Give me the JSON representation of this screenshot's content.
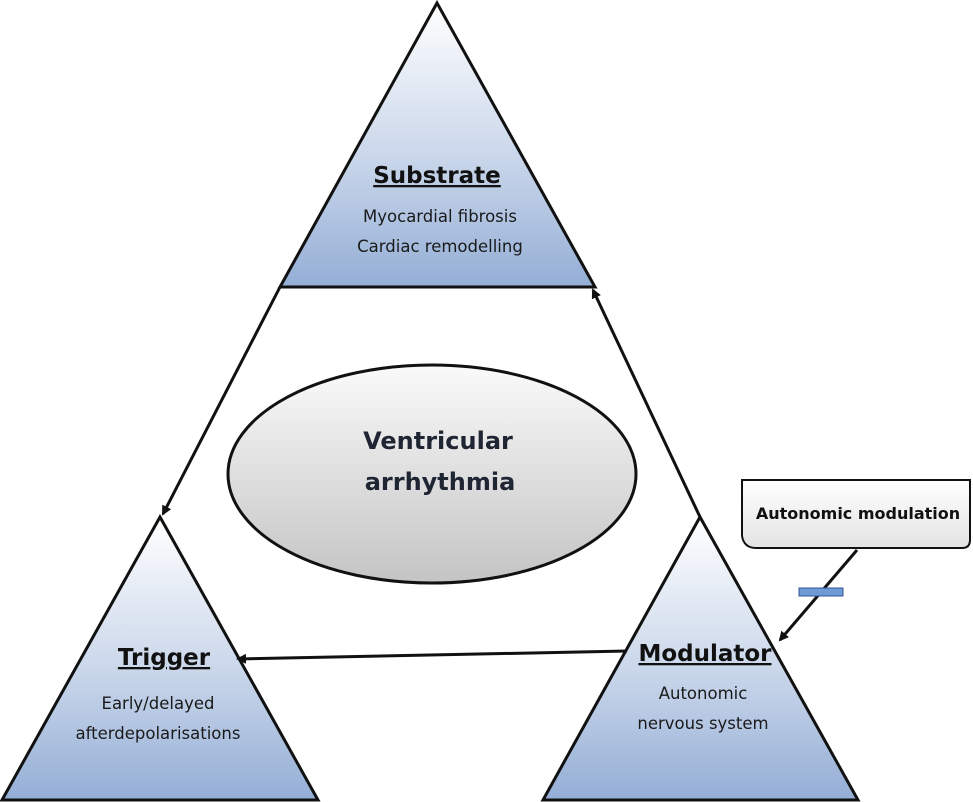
{
  "substrate": {
    "title": "Substrate",
    "lines": [
      "Myocardial fibrosis",
      "Cardiac remodelling"
    ]
  },
  "trigger": {
    "title": "Trigger",
    "lines": [
      "Early/delayed",
      "afterdepolarisations"
    ]
  },
  "modulator": {
    "title": "Modulator",
    "lines": [
      "Autonomic",
      "nervous system"
    ]
  },
  "center": {
    "lines": [
      "Ventricular",
      "arrhythmia"
    ]
  },
  "callout": {
    "label": "Autonomic modulation"
  },
  "colors": {
    "triangle_top": "#ffffff",
    "triangle_bottom": "#94aed6",
    "ellipse_light": "#f4f4f4",
    "ellipse_dark": "#c9c9c9",
    "callout_fill": "#eeeeee",
    "inhibit_bar": "#6f9ad6",
    "stroke": "#111111"
  }
}
